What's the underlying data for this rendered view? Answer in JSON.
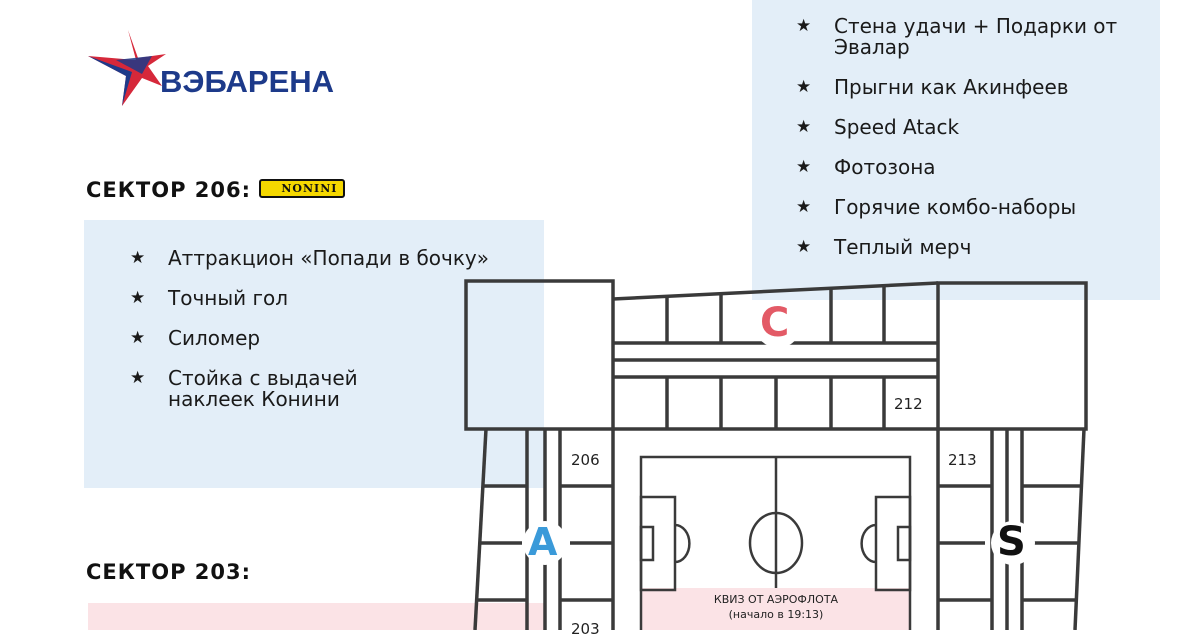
{
  "logo": {
    "text": "ВЭБАРЕНА",
    "colors": {
      "blue": "#1d3a8a",
      "red": "#d6283a"
    }
  },
  "sector206": {
    "heading": "СЕКТОР 206:",
    "sponsor": "NONINI",
    "items": [
      "Аттракцион «Попади в бочку»",
      "Точный гол",
      "Силомер",
      "Стойка с выдачей наклеек Конини"
    ]
  },
  "sector203": {
    "heading": "СЕКТОР 203:"
  },
  "right_list": {
    "items": [
      "Стена удачи + Подарки от Эвалар",
      "Прыгни как Акинфеев",
      "Speed Atack",
      "Фотозона",
      "Горячие комбо-наборы",
      "Теплый мерч"
    ]
  },
  "map": {
    "sectors": {
      "s206": "206",
      "s212": "212",
      "s213": "213",
      "s203": "203"
    },
    "stands": {
      "a": "A",
      "c": "C",
      "s": "S"
    },
    "quiz_title": "КВИЗ ОТ АЭРОФЛОТА",
    "quiz_time": "(начало в 19:13)",
    "colors": {
      "a": "#3a9ad9",
      "c": "#e35a66",
      "s": "#111111"
    }
  },
  "icons": {
    "bullet": "star-icon"
  }
}
